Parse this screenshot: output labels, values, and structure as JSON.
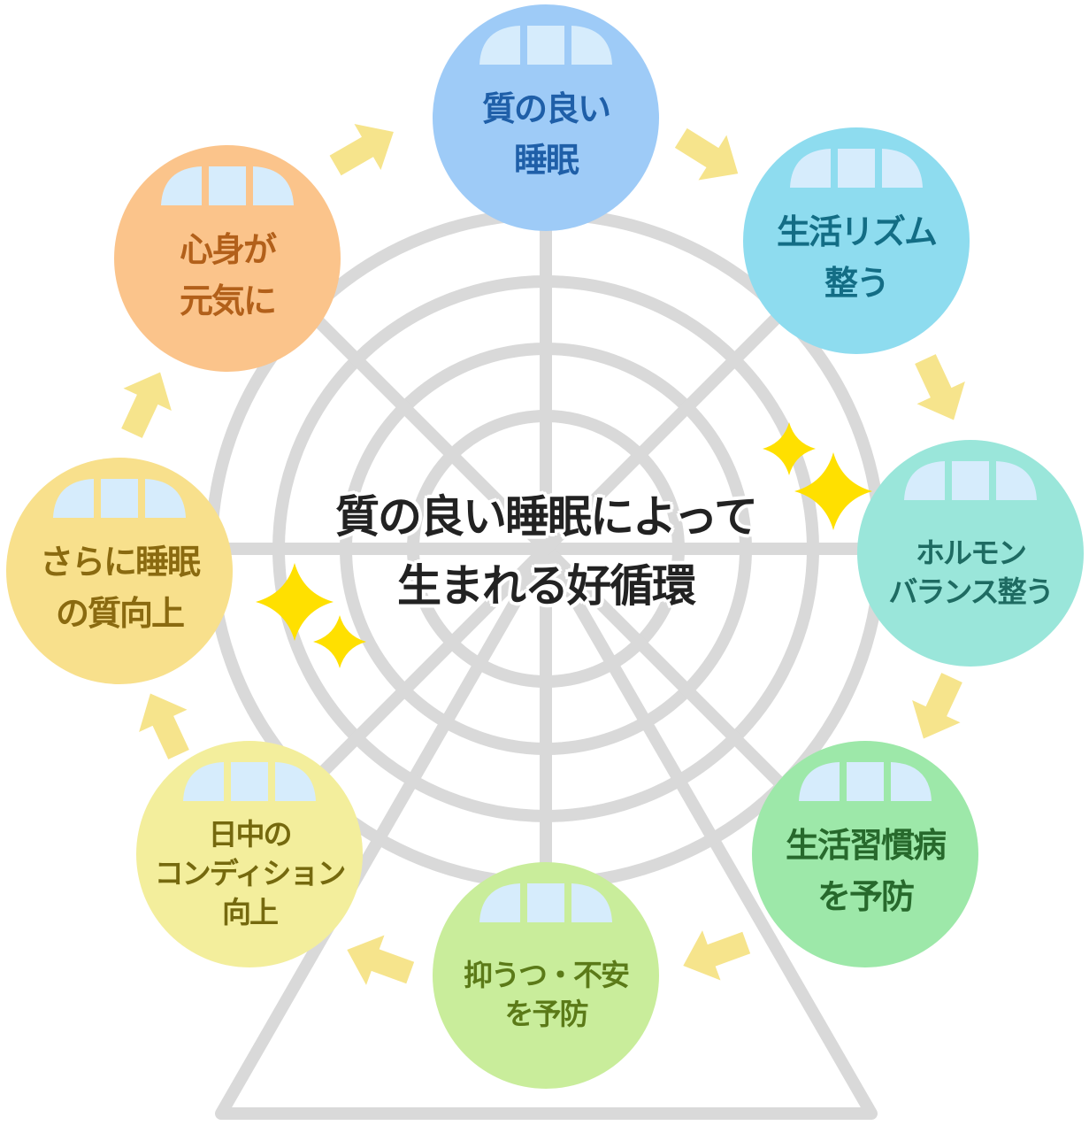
{
  "title": {
    "line1": "質の良い睡眠によって",
    "line2": "生まれる好循環"
  },
  "colors": {
    "wheel": "#d9d9d9",
    "arrow": "#f6e48c",
    "sparkle": "#ffe000",
    "window": "#d6ecfc"
  },
  "steps": [
    {
      "lines": [
        "質の良い",
        "睡眠"
      ],
      "bg": "#9ecbf7",
      "fg": "#1f5fa8"
    },
    {
      "lines": [
        "生活リズム",
        "整う"
      ],
      "bg": "#8edcef",
      "fg": "#136d85"
    },
    {
      "lines": [
        "ホルモン",
        "バランス整う"
      ],
      "bg": "#9ae6da",
      "fg": "#1e6b62"
    },
    {
      "lines": [
        "生活習慣病",
        "を予防"
      ],
      "bg": "#9de8a9",
      "fg": "#27692c"
    },
    {
      "lines": [
        "抑うつ・不安",
        "を予防"
      ],
      "bg": "#c9ed9b",
      "fg": "#5b7a18"
    },
    {
      "lines": [
        "日中の",
        "コンディション",
        "向上"
      ],
      "bg": "#f3ee9c",
      "fg": "#75690e"
    },
    {
      "lines": [
        "さらに睡眠",
        "の質向上"
      ],
      "bg": "#f8e08c",
      "fg": "#8a6a10"
    },
    {
      "lines": [
        "心身が",
        "元気に"
      ],
      "bg": "#fbc48b",
      "fg": "#b2601a"
    }
  ]
}
